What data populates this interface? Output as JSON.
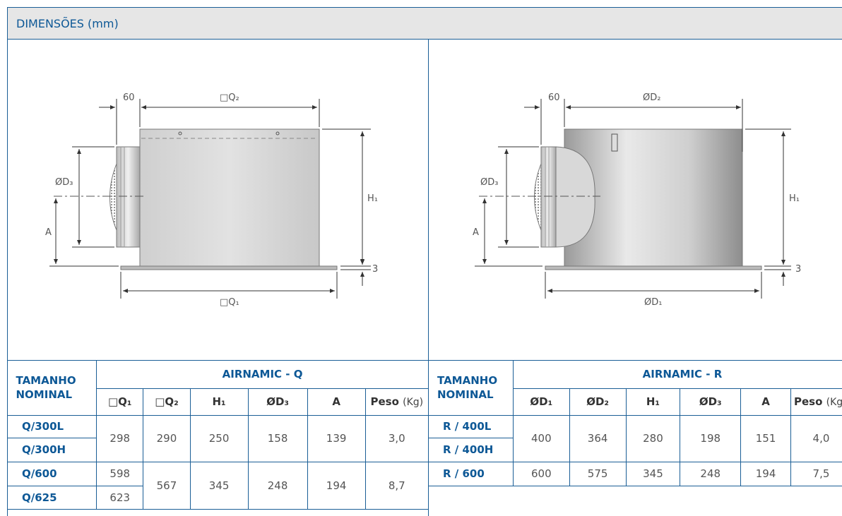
{
  "header": {
    "title": "DIMENSÕES (mm)"
  },
  "drawing_q": {
    "dim_60": "60",
    "dim_q2": "□Q₂",
    "dim_h1": "H₁",
    "dim_d3": "ØD₃",
    "dim_a": "A",
    "dim_3": "3",
    "dim_q1": "□Q₁"
  },
  "drawing_r": {
    "dim_60": "60",
    "dim_d2": "ØD₂",
    "dim_h1": "H₁",
    "dim_d3": "ØD₃",
    "dim_a": "A",
    "dim_3": "3",
    "dim_d1": "ØD₁"
  },
  "table_q": {
    "size_header_1": "TAMANHO",
    "size_header_2": "NOMINAL",
    "model": "AIRNAMIC - Q",
    "cols": [
      "□Q₁",
      "□Q₂",
      "H₁",
      "ØD₃",
      "A",
      "Peso"
    ],
    "weight_unit": "(Kg)",
    "rows": [
      {
        "name": "Q/300L"
      },
      {
        "name": "Q/300H"
      },
      {
        "name": "Q/600"
      },
      {
        "name": "Q/625"
      }
    ],
    "g1": {
      "q1": "298",
      "q2": "290",
      "h1": "250",
      "d3": "158",
      "a": "139",
      "peso": "3,0"
    },
    "g2": {
      "q1_a": "598",
      "q1_b": "623",
      "q2": "567",
      "h1": "345",
      "d3": "248",
      "a": "194",
      "peso": "8,7"
    }
  },
  "table_r": {
    "size_header_1": "TAMANHO",
    "size_header_2": "NOMINAL",
    "model": "AIRNAMIC - R",
    "cols": [
      "ØD₁",
      "ØD₂",
      "H₁",
      "ØD₃",
      "A",
      "Peso"
    ],
    "weight_unit": "(Kg)",
    "rows": [
      {
        "name": "R / 400L"
      },
      {
        "name": "R / 400H"
      },
      {
        "name": "R / 600"
      }
    ],
    "g1": {
      "d1": "400",
      "d2": "364",
      "h1": "280",
      "d3": "198",
      "a": "151",
      "peso": "4,0"
    },
    "g2": {
      "d1": "600",
      "d2": "575",
      "h1": "345",
      "d3": "248",
      "a": "194",
      "peso": "7,5"
    }
  },
  "colors": {
    "accent": "#0d5896",
    "border": "#1a5e96",
    "header_bg": "#e6e6e6"
  }
}
